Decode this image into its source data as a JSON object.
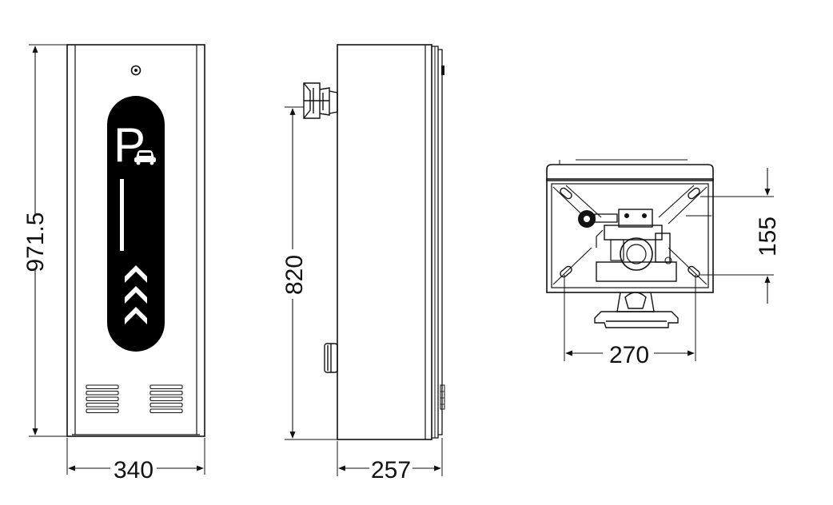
{
  "views": {
    "front": {
      "sign_letter": "P",
      "chevron_count": 3,
      "vent_slots_per_group": 5,
      "dims": {
        "height": "971.5",
        "width": "340"
      }
    },
    "side": {
      "dims": {
        "height": "820",
        "depth": "257"
      }
    },
    "top": {
      "dims": {
        "width": "270",
        "depth": "155"
      }
    }
  },
  "colors": {
    "line": "#111111",
    "background": "#ffffff"
  }
}
